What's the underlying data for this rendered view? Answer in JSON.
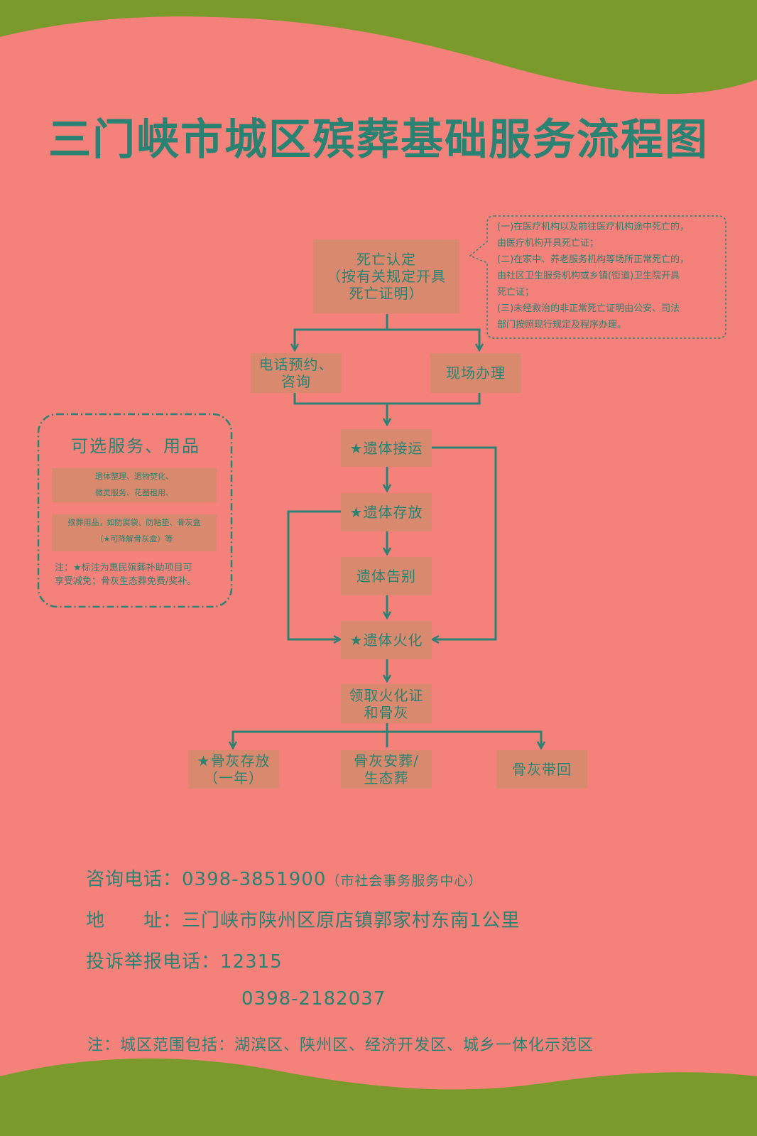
{
  "title": "三门峡市城区殡葬基础服务流程图",
  "colors": {
    "background": "#f5827a",
    "wave": "#7a9a2c",
    "box": "#d98a6e",
    "text": "#2a8272"
  },
  "flow": {
    "death_cert": "死亡认定\n（按有关规定开具\n死亡证明）",
    "phone_booking": "电话预约、\n咨询",
    "onsite": "现场办理",
    "transport": "★遗体接运",
    "storage": "★遗体存放",
    "farewell": "遗体告别",
    "cremation": "★遗体火化",
    "collect": "领取火化证\n和骨灰",
    "ash_storage": "★骨灰存放\n（一年）",
    "ash_burial": "骨灰安葬/\n生态葬",
    "ash_takehome": "骨灰带回"
  },
  "bubble": "(一)在医疗机构以及前往医疗机构途中死亡的，\n由医疗机构开具死亡证；\n(二)在家中、养老服务机构等场所正常死亡的，\n由社区卫生服务机构或乡镇(街道)卫生院开具\n死亡证；\n(三)未经救治的非正常死亡证明由公安、司法\n部门按照现行规定及程序办理。",
  "optional": {
    "title": "可选服务、用品",
    "box1": "遗体整理、遗物焚化、\n微灵服务、花圈租用、",
    "box2": "殡葬用品，如防腐袋、防粘垫、骨灰盒\n（★可降解骨灰盒）等",
    "note": "注：★标注为惠民殡葬补助项目可\n享受减免；骨灰生态葬免费/奖补。"
  },
  "contact": {
    "consult_label": "咨询电话：",
    "consult_phone": "0398-3851900",
    "consult_org": "（市社会事务服务中心）",
    "address_label": "地　　址：",
    "address": "三门峡市陕州区原店镇郭家村东南1公里",
    "complaint_label": "投诉举报电话：",
    "complaint_phone1": "12315",
    "complaint_phone2": "0398-2182037"
  },
  "note": "注：城区范围包括：湖滨区、陕州区、经济开发区、城乡一体化示范区"
}
